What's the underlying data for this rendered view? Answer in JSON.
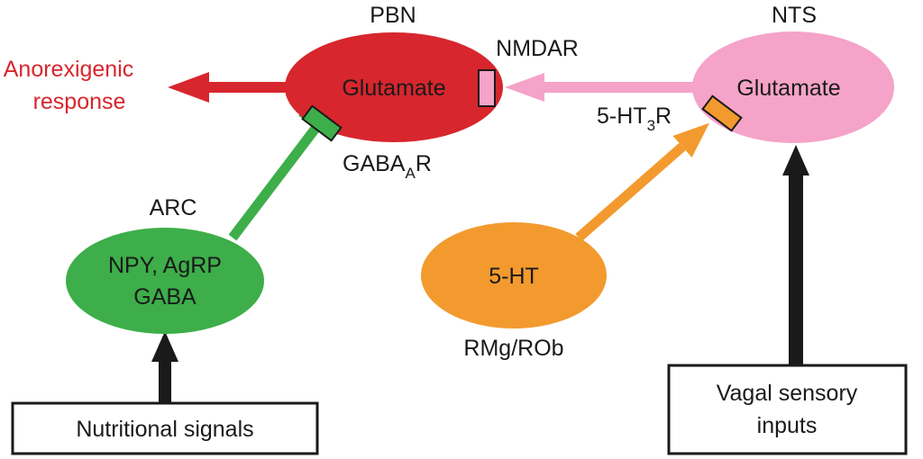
{
  "colors": {
    "pbn": "#d7262d",
    "nts": "#f5a3c8",
    "arc": "#3dae49",
    "raphe": "#f39a2e",
    "black": "#1a1a1a",
    "anorexigenic_text": "#d7262d"
  },
  "nodes": {
    "pbn": {
      "region_label": "PBN",
      "content": "Glutamate"
    },
    "nts": {
      "region_label": "NTS",
      "content": "Glutamate"
    },
    "arc": {
      "region_label": "ARC",
      "line1": "NPY, AgRP",
      "line2": "GABA"
    },
    "raphe": {
      "region_label": "RMg/ROb",
      "content": "5-HT"
    }
  },
  "receptors": {
    "nmdar": {
      "label": "NMDAR"
    },
    "gaba_a": {
      "base": "GABA",
      "sub": "A",
      "suffix": "R"
    },
    "ht3": {
      "base": "5-HT",
      "sub": "3",
      "suffix": "R"
    }
  },
  "output": {
    "line1": "Anorexigenic",
    "line2": "response"
  },
  "inputs": {
    "nutritional": {
      "label": "Nutritional signals"
    },
    "vagal": {
      "line1": "Vagal sensory",
      "line2": "inputs"
    }
  }
}
